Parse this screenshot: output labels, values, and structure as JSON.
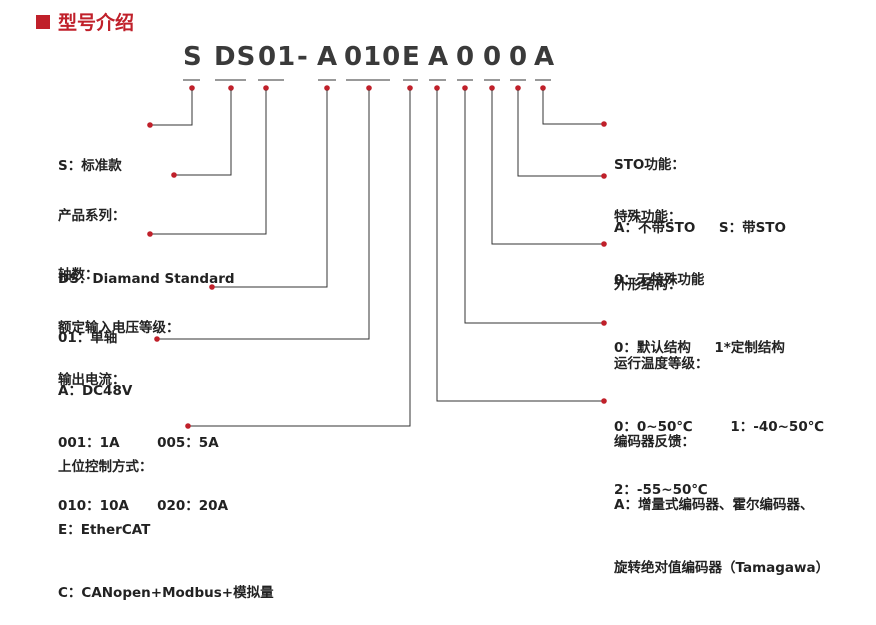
{
  "section_title": "型号介绍",
  "code_segments": [
    "S",
    "DS",
    "01",
    "-",
    "A",
    "010",
    "E",
    "A",
    "0",
    "0",
    "0",
    "A"
  ],
  "left_items": [
    {
      "title": "S：标准款",
      "lines": []
    },
    {
      "title": "产品系列：",
      "lines": [
        "DS：Diamand Standard"
      ]
    },
    {
      "title": "轴数：",
      "lines": [
        "01：单轴"
      ]
    },
    {
      "title": "额定输入电压等级：",
      "lines": [
        "A：DC48V"
      ]
    },
    {
      "title": "输出电流：",
      "lines": [
        "001：1A        005：5A",
        "010：10A      020：20A"
      ]
    },
    {
      "title": "上位控制方式：",
      "lines": [
        "E：EtherCAT",
        "C：CANopen+Modbus+模拟量"
      ]
    }
  ],
  "right_items": [
    {
      "title": "STO功能：",
      "lines": [
        "A：不带STO     S：带STO"
      ]
    },
    {
      "title": "特殊功能：",
      "lines": [
        "0：无特殊功能"
      ]
    },
    {
      "title": "外形结构：",
      "lines": [
        "0：默认结构     1*定制结构"
      ]
    },
    {
      "title": "运行温度等级：",
      "lines": [
        "0：0~50℃        1：-40~50℃",
        "2：-55~50℃"
      ]
    },
    {
      "title": "编码器反馈：",
      "lines": [
        "A：增量式编码器、霍尔编码器、",
        "旋转绝对值编码器（Tamagawa）"
      ]
    }
  ],
  "colors": {
    "accent": "#c0202a",
    "code_text": "#3a3a3a"
  }
}
